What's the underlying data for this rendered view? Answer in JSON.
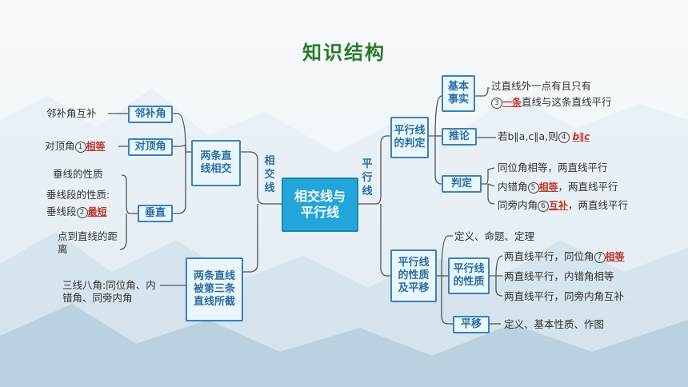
{
  "title": "知识结构",
  "center": "相交线与平行线",
  "left_label": "相交线",
  "right_label": "平行线",
  "left": {
    "box_intersect": "两条直线相交",
    "box_cut": "两条直线被第三条直线所截",
    "box_adjacent": "邻补角",
    "box_vertical": "对顶角",
    "box_perp": "垂直",
    "adjacent_note": "邻补角互补",
    "vertical_note": "对顶角",
    "vertical_num": "1",
    "vertical_ans": "相等",
    "perp_prop": "垂线的性质",
    "perp_seg1": "垂线段的性质:",
    "perp_seg2": "垂线段",
    "perp_num": "2",
    "perp_ans": "最短",
    "distance": "点到直线的距离",
    "three_lines": "三线八角:同位角、内错角、同旁内角"
  },
  "right": {
    "box_judge": "平行线的判定",
    "box_basic": "基本事实",
    "box_reason": "推论",
    "box_determine": "判定",
    "basic_1": "过直线外一点有且只有",
    "basic_num": "3",
    "basic_ans": "一条",
    "basic_2": "直线与这条直线平行",
    "reason_text": "若b∥a,c∥a,则",
    "reason_num": "4",
    "reason_ans": "b∥c",
    "det_1": "同位角相等，两直线平行",
    "det_2a": "内错角",
    "det_2_num": "5",
    "det_2_ans": "相等",
    "det_2b": "，两直线平行",
    "det_3a": "同旁内角",
    "det_3_num": "6",
    "det_3_ans": "互补",
    "det_3b": "，两直线平行",
    "box_prop_trans": "平行线的性质及平移",
    "def_line": "定义、命题、定理",
    "box_prop": "平行线的性质",
    "prop_1a": "两直线平行，同位角",
    "prop_1_num": "7",
    "prop_1_ans": "相等",
    "prop_2": "两直线平行，内错角相等",
    "prop_3": "两直线平行，同旁内角互补",
    "box_trans": "平移",
    "trans_note": "定义、基本性质、作图"
  }
}
